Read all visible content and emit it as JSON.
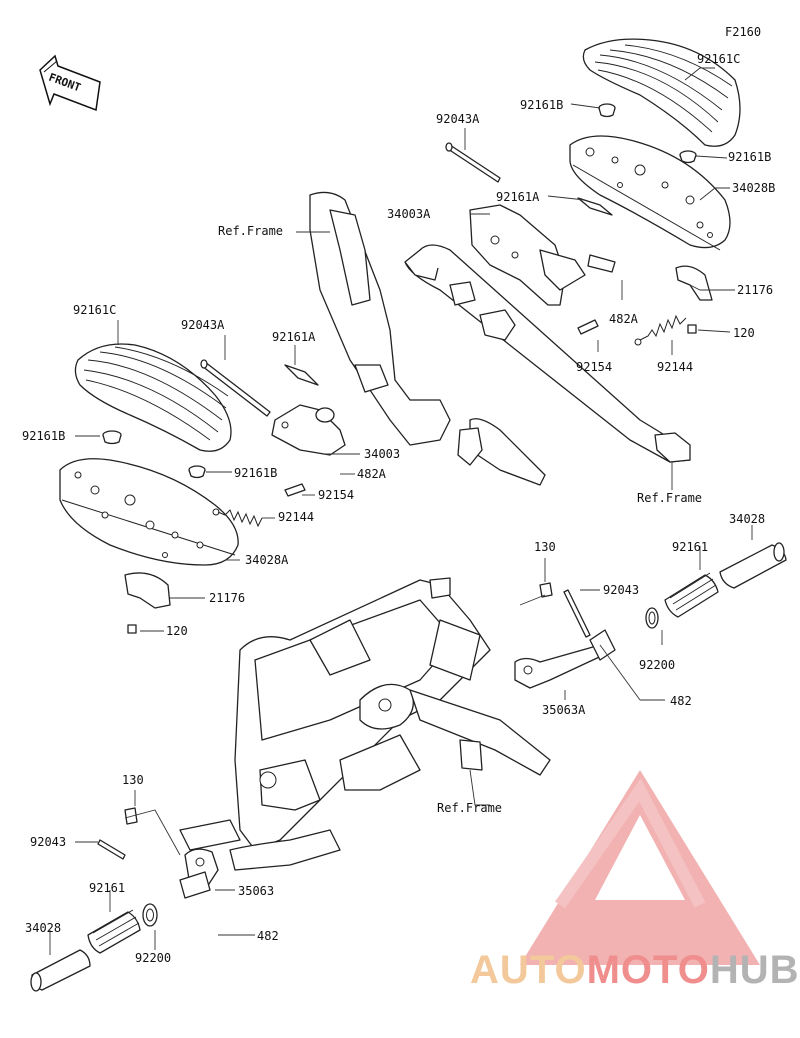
{
  "diagram_code": "F2160",
  "front_label": "FRONT",
  "labels": {
    "l_92161C_top": "92161C",
    "l_92161B_top1": "92161B",
    "l_92043A_top": "92043A",
    "l_92161B_top2": "92161B",
    "l_34028B": "34028B",
    "l_refframe_1": "Ref.Frame",
    "l_92161A_top": "92161A",
    "l_34003A": "34003A",
    "l_21176_top": "21176",
    "l_482A_top": "482A",
    "l_120_top": "120",
    "l_92154_top": "92154",
    "l_92144_top": "92144",
    "l_refframe_2": "Ref.Frame",
    "l_92161C_left": "92161C",
    "l_92043A_left": "92043A",
    "l_92161A_left": "92161A",
    "l_92161B_left1": "92161B",
    "l_34003": "34003",
    "l_92161B_left2": "92161B",
    "l_482A_left": "482A",
    "l_92154_left": "92154",
    "l_92144_left": "92144",
    "l_34028A": "34028A",
    "l_21176_left": "21176",
    "l_120_left": "120",
    "l_130_mid": "130",
    "l_92043_mid": "92043",
    "l_92161_mid": "92161",
    "l_34028_mid": "34028",
    "l_92200_mid": "92200",
    "l_35063A": "35063A",
    "l_482_mid": "482",
    "l_refframe_3": "Ref.Frame",
    "l_130_bot": "130",
    "l_92043_bot": "92043",
    "l_92161_bot": "92161",
    "l_35063": "35063",
    "l_34028_bot": "34028",
    "l_92200_bot": "92200",
    "l_482_bot": "482"
  },
  "watermark": {
    "part1": "AUTO",
    "part2": "MOTO",
    "part3": "HUB",
    "color1": "#f3c89a",
    "color2": "#f08d8d",
    "color3": "#b3b3b3"
  }
}
